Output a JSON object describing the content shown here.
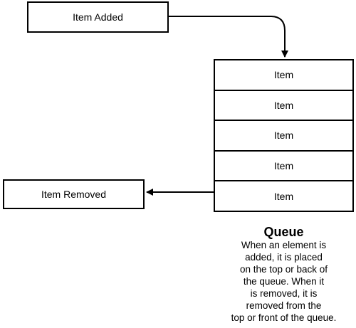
{
  "diagram": {
    "added_label": "Item Added",
    "removed_label": "Item Removed",
    "queue_items": [
      "Item",
      "Item",
      "Item",
      "Item",
      "Item"
    ],
    "caption_title": "Queue",
    "caption_lines": [
      "When an element is",
      "added, it is placed",
      "on the top or back of",
      "the queue.  When it",
      "is removed, it is",
      "removed from the",
      "top or front of the queue."
    ]
  }
}
